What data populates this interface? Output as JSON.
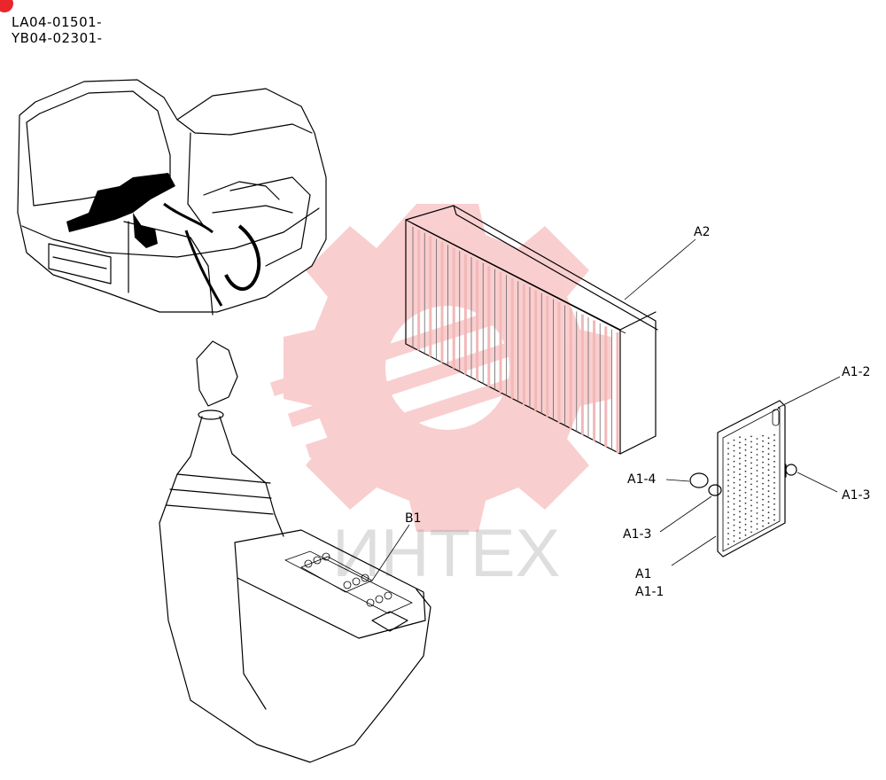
{
  "header": {
    "serial_1": "LA04-01501-",
    "serial_2": "YB04-02301-"
  },
  "watermark": {
    "text": "ИНТЕХ",
    "color": "#e8262b"
  },
  "callouts": {
    "a2": "A2",
    "a1_2": "A1-2",
    "a1_4": "A1-4",
    "a1_3_left": "A1-3",
    "a1_3_right": "A1-3",
    "a1": "A1",
    "a1_1": "A1-1",
    "b1": "B1"
  },
  "colors": {
    "filter_fins": "#f2b8b8",
    "marker": "#e8262b"
  }
}
